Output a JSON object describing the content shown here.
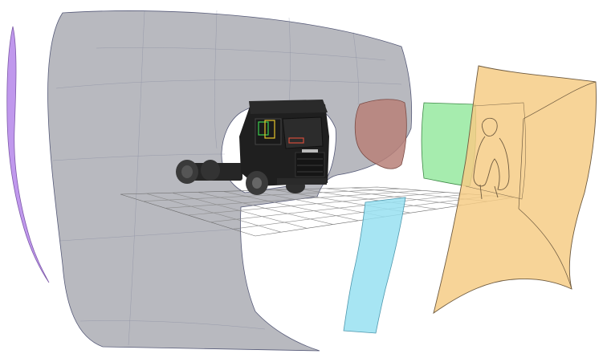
{
  "colors": {
    "background": "#ffffff",
    "gray_surface": "#b4b5bc",
    "gray_edge": "#565a78",
    "purple_strip": "#b586ea",
    "red_panel": "#b78078",
    "green_panel": "#97e9a0",
    "cyan_strip": "#98e1f1",
    "orange_panel": "#f6cd86",
    "orange_edge": "#6e5a3f",
    "grid_line": "#8a8a8a",
    "truck_body": "#202020",
    "truck_tire": "#3a3a3a"
  },
  "scene": {
    "surfaces": [
      {
        "name": "curved-gray-projection-surface",
        "shape": "curved-panel"
      },
      {
        "name": "purple-edge-strip",
        "shape": "strip"
      },
      {
        "name": "red-side-panel",
        "shape": "rounded-rect"
      },
      {
        "name": "green-side-panel",
        "shape": "rounded-rect"
      },
      {
        "name": "cyan-floor-strip",
        "shape": "strip"
      },
      {
        "name": "orange-rear-panel",
        "shape": "curved-panel"
      }
    ],
    "objects": [
      {
        "name": "truck-model",
        "icon": "truck-icon"
      },
      {
        "name": "ground-grid",
        "icon": "grid-icon"
      },
      {
        "name": "driver-figure-outline",
        "icon": "person-icon"
      }
    ]
  }
}
